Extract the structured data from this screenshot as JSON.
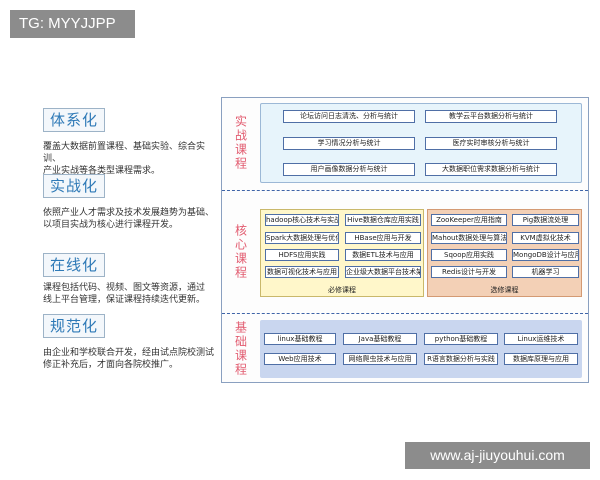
{
  "header_badge": "TG: MYYJJPP",
  "watermark": "www.aj-jiuyouhui.com",
  "features": [
    {
      "title": "体系化",
      "desc": [
        "覆盖大数据前置课程、基础实验、综合实训、",
        "产业实战等各类型课程需求。"
      ]
    },
    {
      "title": "实战化",
      "desc": [
        "依照产业人才需求及技术发展趋势为基础、",
        "以项目实战为核心进行课程开发。"
      ]
    },
    {
      "title": "在线化",
      "desc": [
        "课程包括代码、视频、图文等资源，通过",
        "线上平台管理，保证课程持续迭代更新。"
      ]
    },
    {
      "title": "规范化",
      "desc": [
        "由企业和学校联合开发，经由试点院校测试",
        "修正补充后，才面向各院校推广。"
      ]
    }
  ],
  "diagram": {
    "shizhan": {
      "label": "实战课程",
      "items": [
        "论坛访问日志清洗、分析与统计",
        "教学云平台数据分析与统计",
        "学习情况分析与统计",
        "医疗实时审核分析与统计",
        "用户画像数据分析与统计",
        "大数据职位需求数据分析与统计"
      ]
    },
    "hexin": {
      "label": "核心课程",
      "required": {
        "caption": "必修课程",
        "items": [
          "hadoop核心技术与实战",
          "Hive数据仓库应用实践",
          "Spark大数据处理与优化",
          "HBase应用与开发",
          "HDFS应用实践",
          "数据ETL技术与应用",
          "数据可视化技术与应用",
          "企业级大数据平台技术架构"
        ]
      },
      "elective": {
        "caption": "选修课程",
        "items": [
          "ZooKeeper应用指南",
          "Pig数据流处理",
          "Mahout数据处理与算法分析",
          "KVM虚拟化技术",
          "Sqoop应用实践",
          "MongoDB设计与应用",
          "Redis设计与开发",
          "机器学习"
        ]
      }
    },
    "jichu": {
      "label": "基础课程",
      "items": [
        "linux基础教程",
        "Java基础教程",
        "python基础教程",
        "Linux运维技术",
        "Web应用技术",
        "网络爬虫技术与应用",
        "R语言数据分析与实践",
        "数据库原理与应用"
      ]
    }
  }
}
